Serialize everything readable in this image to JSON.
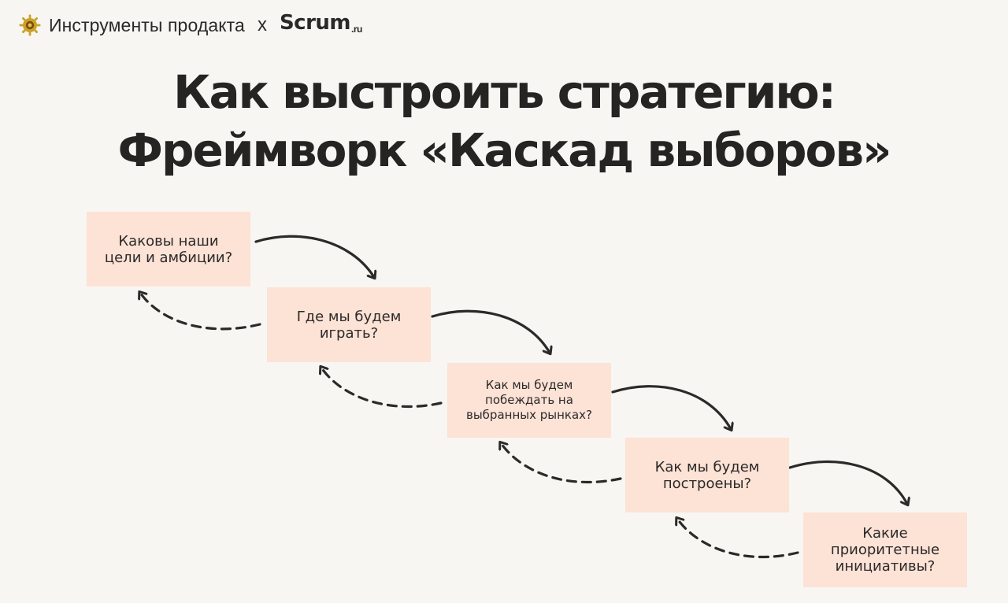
{
  "header": {
    "brand": "Инструменты продакта",
    "times": "x",
    "partner": "Scrum",
    "partner_suffix": ".ru",
    "logo_icon": "sun-gear-logo-icon"
  },
  "title": {
    "line1": "Как выстроить стратегию:",
    "line2": "Фреймворк «Каскад выборов»"
  },
  "steps": [
    {
      "text": "Каковы наши\nцели и амбиции?"
    },
    {
      "text": "Где мы будем\nиграть?"
    },
    {
      "text": "Как мы будем\nпобеждать на\nвыбранных рынках?"
    },
    {
      "text": "Как мы будем\nпостроены?"
    },
    {
      "text": "Какие\nприоритетные\nинициативы?"
    }
  ],
  "colors": {
    "background": "#f8f6f2",
    "box": "#fde2d6",
    "text": "#252423",
    "arrow": "#2b2a29",
    "logo": "#c9a227"
  }
}
